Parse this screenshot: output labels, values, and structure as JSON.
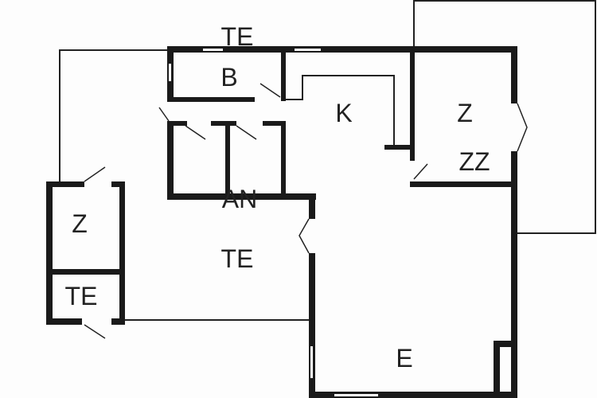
{
  "title": "Floor plan",
  "colors": {
    "wall": "#1a1a1a",
    "thin_line": "#222222",
    "background": "#fdfdfd"
  },
  "rooms": [
    {
      "id": "te-top",
      "label": "TE"
    },
    {
      "id": "b",
      "label": "B"
    },
    {
      "id": "k",
      "label": "K"
    },
    {
      "id": "z-right",
      "label": "Z"
    },
    {
      "id": "zz",
      "label": "ZZ"
    },
    {
      "id": "an",
      "label": "AN"
    },
    {
      "id": "te-center",
      "label": "TE"
    },
    {
      "id": "z-left",
      "label": "Z"
    },
    {
      "id": "te-left",
      "label": "TE"
    },
    {
      "id": "e",
      "label": "E"
    }
  ]
}
